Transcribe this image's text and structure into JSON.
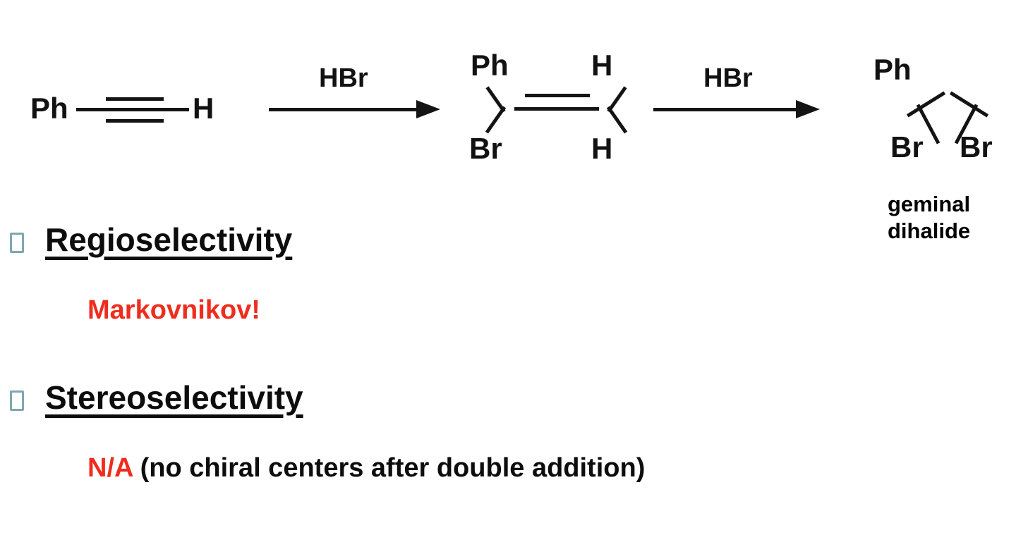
{
  "slide": {
    "background_color": "#ffffff",
    "accent_red": "#EE2D1E",
    "bullet_marker_color": "#7FA7AE",
    "ink_color": "#121212"
  },
  "scheme": {
    "starting_material": {
      "name": "phenylacetylene",
      "left_label": "Ph",
      "right_label": "H",
      "bond_type": "triple"
    },
    "step1": {
      "reagent": "HBr",
      "arrow": "reaction-arrow-right"
    },
    "intermediate": {
      "name": "(1-bromo-1-phenyl)ethene",
      "top_left_label": "Ph",
      "top_right_label": "H",
      "bottom_left_label": "Br",
      "bottom_right_label": "H",
      "bond_type": "double"
    },
    "step2": {
      "reagent": "HBr",
      "arrow": "reaction-arrow-right"
    },
    "product": {
      "name": "1,1-dibromo-1-phenylethane",
      "upper_left_label": "Ph",
      "upper_right_label": "",
      "lower_left_label": "Br",
      "lower_right_label": "Br",
      "caption_line1": "geminal",
      "caption_line2": "dihalide"
    }
  },
  "bullets": [
    {
      "heading": "Regioselectivity",
      "answer_red": "Markovnikov!",
      "answer_rest": ""
    },
    {
      "heading": "Stereoselectivity",
      "answer_red": "N/A",
      "answer_rest": " (no chiral centers after double addition)"
    }
  ]
}
